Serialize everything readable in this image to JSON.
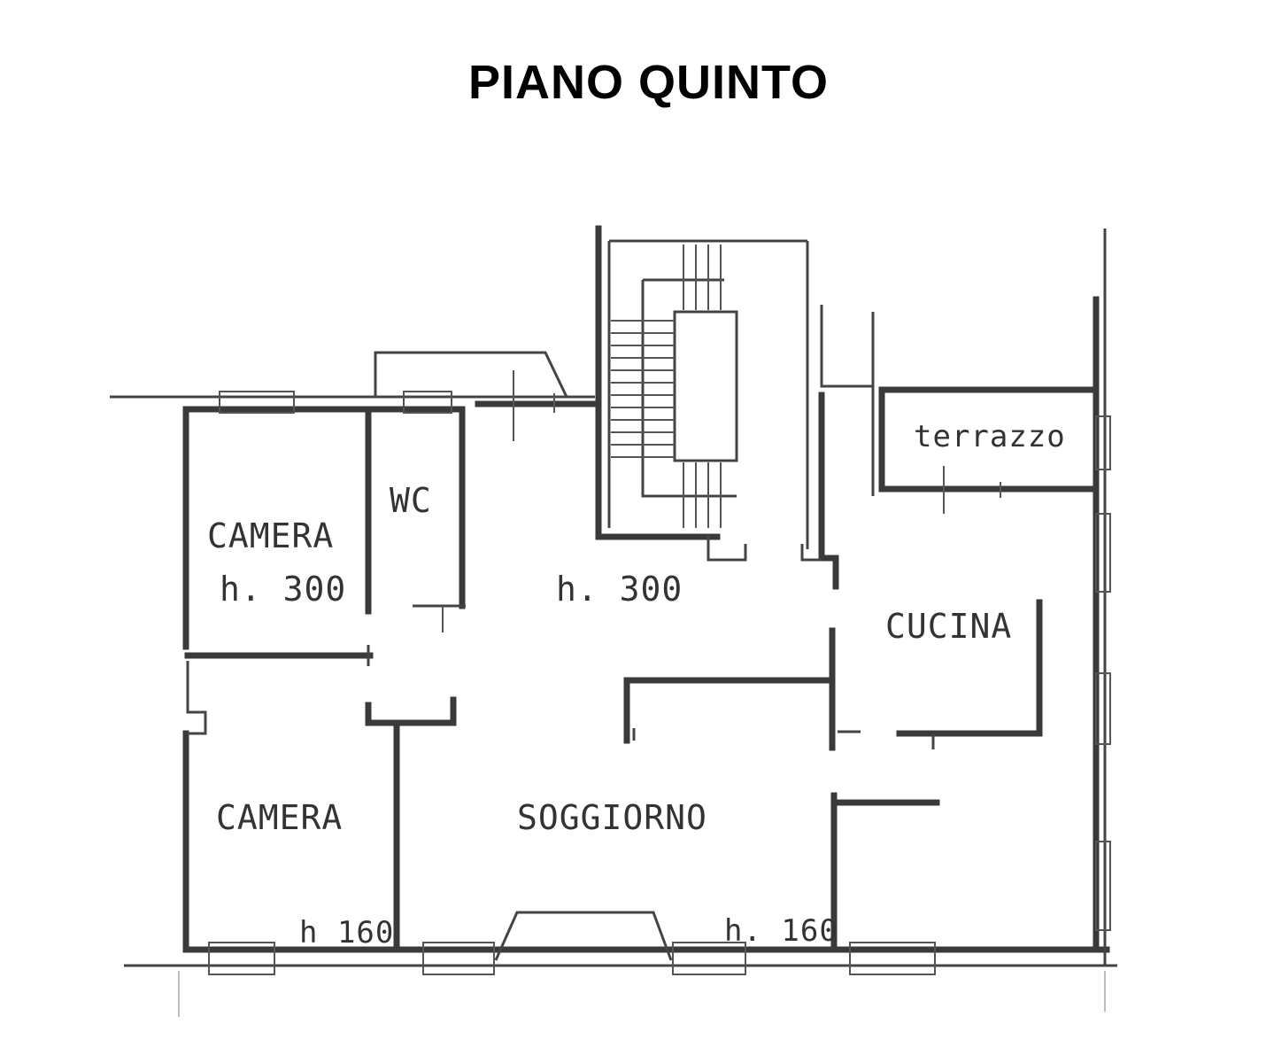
{
  "title": "PIANO QUINTO",
  "rooms": {
    "camera_top": {
      "name": "CAMERA",
      "height": "h. 300"
    },
    "wc": {
      "name": "WC"
    },
    "hall": {
      "height": "h. 300"
    },
    "terrazzo": {
      "name": "terrazzo"
    },
    "cucina": {
      "name": "CUCINA"
    },
    "camera_bottom": {
      "name": "CAMERA",
      "height": "h 160"
    },
    "soggiorno": {
      "name": "SOGGIORNO",
      "height": "h. 160"
    }
  }
}
